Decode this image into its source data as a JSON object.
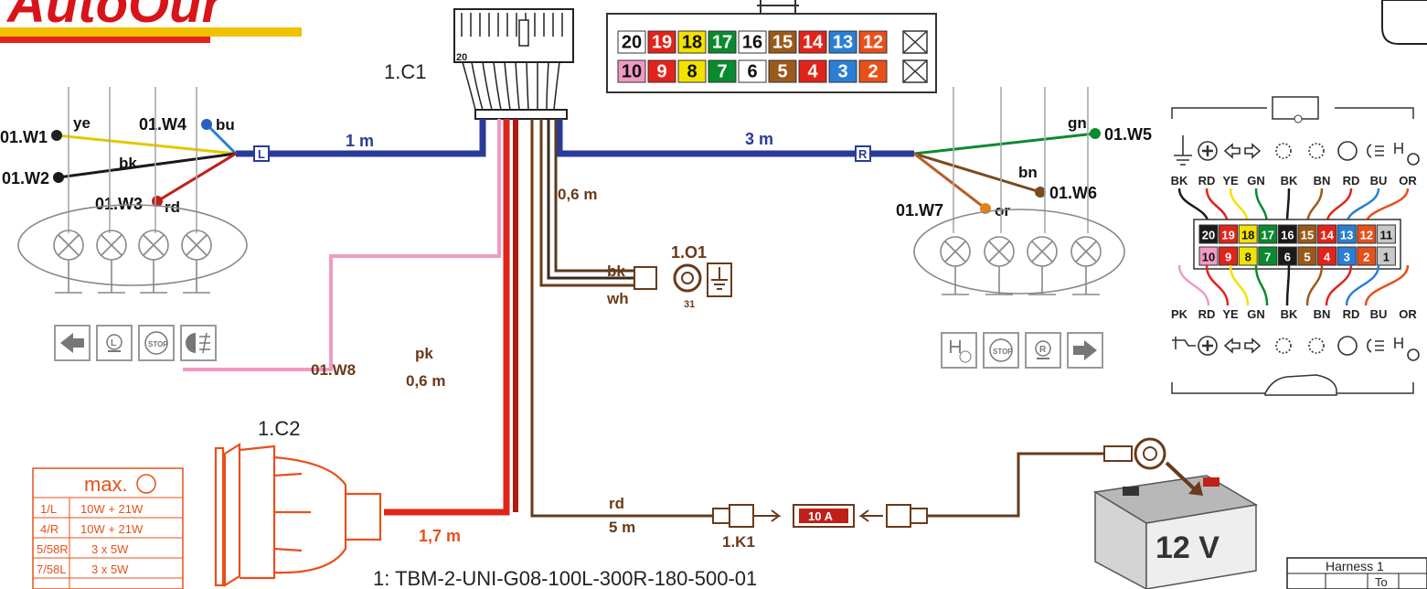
{
  "brand": {
    "logo_text": "AutoOur"
  },
  "connector_main": {
    "label": "1.C1",
    "pin_label": "20",
    "pins_top": [
      {
        "n": "20",
        "color": "#1a1a1a"
      },
      {
        "n": "19",
        "color": "#e2231a"
      },
      {
        "n": "18",
        "color": "#f2e200"
      },
      {
        "n": "17",
        "color": "#0a8a2e"
      },
      {
        "n": "16",
        "color": "#1a1a1a"
      },
      {
        "n": "15",
        "color": "#9a5a1a"
      },
      {
        "n": "14",
        "color": "#e2231a"
      },
      {
        "n": "13",
        "color": "#2a7fd4"
      },
      {
        "n": "12",
        "color": "#e8501a"
      }
    ],
    "pins_bottom": [
      {
        "n": "10",
        "color": "#f09ac4"
      },
      {
        "n": "9",
        "color": "#e2231a"
      },
      {
        "n": "8",
        "color": "#f2e200"
      },
      {
        "n": "7",
        "color": "#0a8a2e"
      },
      {
        "n": "6",
        "color": "#1a1a1a"
      },
      {
        "n": "5",
        "color": "#9a5a1a"
      },
      {
        "n": "4",
        "color": "#e2231a"
      },
      {
        "n": "3",
        "color": "#2a7fd4"
      },
      {
        "n": "2",
        "color": "#e8501a"
      }
    ]
  },
  "left_cable": {
    "length": "1 m",
    "tag": "L",
    "wires": [
      {
        "id": "01.W1",
        "color_code": "ye"
      },
      {
        "id": "01.W2",
        "color_code": "bk"
      },
      {
        "id": "01.W3",
        "color_code": "rd"
      },
      {
        "id": "01.W4",
        "color_code": "bu"
      }
    ]
  },
  "right_cable": {
    "length": "3 m",
    "tag": "R",
    "wires": [
      {
        "id": "01.W5",
        "color_code": "gn"
      },
      {
        "id": "01.W6",
        "color_code": "bn"
      },
      {
        "id": "01.W7",
        "color_code": "or"
      }
    ]
  },
  "ground": {
    "length": "0,6 m",
    "label": "1.O1",
    "wire_a": "bk",
    "wire_b": "wh",
    "terminal": "31"
  },
  "pink_wire": {
    "id": "01.W8",
    "color_code": "pk",
    "length": "0,6 m"
  },
  "socket": {
    "label": "1.C2",
    "length": "1,7 m"
  },
  "power": {
    "color_code": "rd",
    "length": "5 m",
    "relay_label": "1.K1",
    "fuse": "10 A",
    "battery": "12 V"
  },
  "part_number": "1: TBM-2-UNI-G08-100L-300R-180-500-01",
  "max_table": {
    "header": "max.",
    "rows": [
      [
        "1/L",
        "10W + 21W"
      ],
      [
        "4/R",
        "10W + 21W"
      ],
      [
        "5/58R",
        "3 x 5W"
      ],
      [
        "7/58L",
        "3 x 5W"
      ]
    ]
  },
  "harness_box": {
    "title": "Harness 1",
    "col": "To"
  },
  "pinout": {
    "top_codes": [
      "BK",
      "RD",
      "YE",
      "GN",
      "BK",
      "BN",
      "RD",
      "BU",
      "OR"
    ],
    "bottom_codes": [
      "PK",
      "RD",
      "YE",
      "GN",
      "BK",
      "BN",
      "RD",
      "BU",
      "OR"
    ],
    "row1": [
      {
        "n": "20",
        "color": "#1a1a1a"
      },
      {
        "n": "19",
        "color": "#e2231a"
      },
      {
        "n": "18",
        "color": "#f2e200"
      },
      {
        "n": "17",
        "color": "#0a8a2e"
      },
      {
        "n": "16",
        "color": "#1a1a1a"
      },
      {
        "n": "15",
        "color": "#9a5a1a"
      },
      {
        "n": "14",
        "color": "#e2231a"
      },
      {
        "n": "13",
        "color": "#2a7fd4"
      },
      {
        "n": "12",
        "color": "#e8501a"
      },
      {
        "n": "11",
        "color": "#c8c8c8"
      }
    ],
    "row2": [
      {
        "n": "10",
        "color": "#f09ac4"
      },
      {
        "n": "9",
        "color": "#e2231a"
      },
      {
        "n": "8",
        "color": "#f2e200"
      },
      {
        "n": "7",
        "color": "#0a8a2e"
      },
      {
        "n": "6",
        "color": "#1a1a1a"
      },
      {
        "n": "5",
        "color": "#9a5a1a"
      },
      {
        "n": "4",
        "color": "#e2231a"
      },
      {
        "n": "3",
        "color": "#2a7fd4"
      },
      {
        "n": "2",
        "color": "#e8501a"
      },
      {
        "n": "1",
        "color": "#c8c8c8"
      }
    ]
  },
  "icons": {
    "stop": "STOP",
    "left_panel": [
      "arrow-left-icon",
      "bulb-l-icon",
      "stop-icon",
      "fog-light-icon"
    ],
    "right_panel": [
      "reverse-light-icon",
      "stop-icon",
      "bulb-r-icon",
      "arrow-right-icon"
    ]
  },
  "colors": {
    "blue": "#2a3a9a",
    "red": "#e2231a",
    "dark_red": "#b01a10",
    "brown": "#6a3a1a",
    "pink": "#f09ac4",
    "yellow": "#f2e200",
    "green": "#0a8a2e",
    "orange": "#e8501a"
  }
}
